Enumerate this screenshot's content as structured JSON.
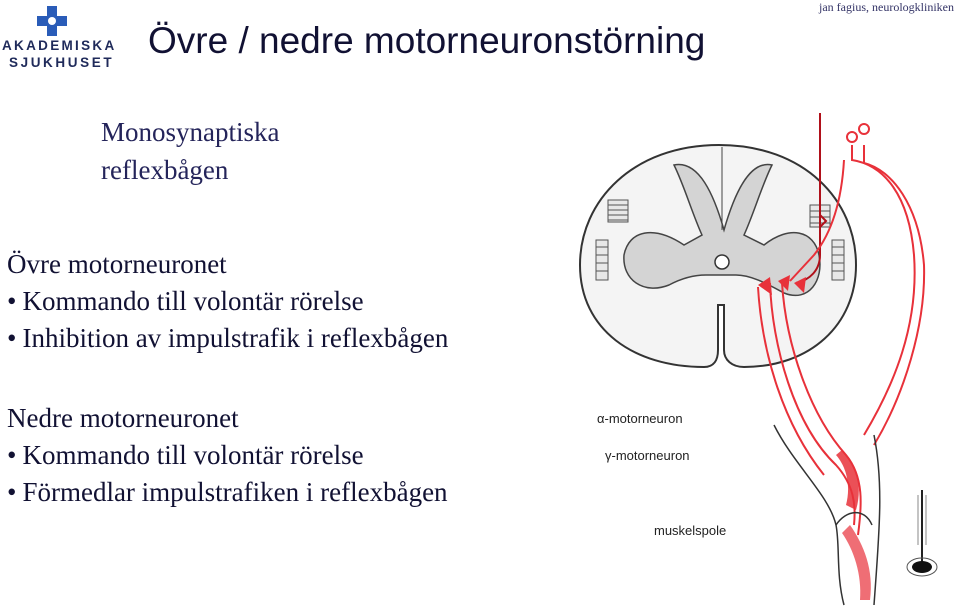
{
  "logo": {
    "line1": "AKADEMISKA",
    "line2": "SJUKHUSET",
    "cross_color": "#2a5cb8"
  },
  "header": {
    "title": "Övre / nedre motorneuronstörning",
    "author": "jan fagius, neurologkliniken"
  },
  "reflex_arc": {
    "title": "Monosynaptiska reflexbågen"
  },
  "upper_motor_neuron": {
    "heading": "Övre motorneuronet",
    "bullets": [
      "Kommando till volontär rörelse",
      "Inhibition av impulstrafik i reflexbågen"
    ]
  },
  "lower_motor_neuron": {
    "heading": "Nedre motorneuronet",
    "bullets": [
      "Kommando till volontär rörelse",
      "Förmedlar impulstrafiken i reflexbågen"
    ]
  },
  "diagram": {
    "labels": {
      "alpha": "α-motorneuron",
      "gamma": "γ-motorneuron",
      "spindle": "muskelspole"
    },
    "colors": {
      "nerve": "#e8313a",
      "upper_tract": "#b0101a",
      "outline": "#333333",
      "grey_matter": "#d4d4d4"
    }
  }
}
